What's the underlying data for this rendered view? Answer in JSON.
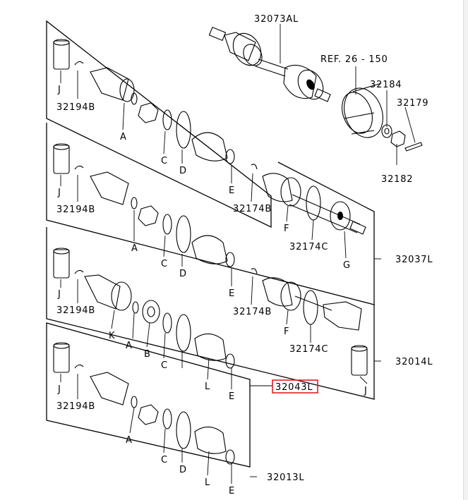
{
  "diagram": {
    "highlight_color": "#e02020",
    "labels": {
      "assy_main": "32073AL",
      "ref": "REF. 26 - 150",
      "p32184": "32184",
      "p32179": "32179",
      "p32182": "32182",
      "p32037L": "32037L",
      "p32014L": "32014L",
      "p32043L": "32043L",
      "p32013L": "32013L",
      "boot_band_1": "32194B",
      "boot_band_2": "32194B",
      "boot_band_3": "32194B",
      "boot_band_4": "32194B",
      "circlip_1": "32174B",
      "circlip_2": "32174B",
      "ring_1": "32174C",
      "ring_2": "32174C",
      "J1": "J",
      "J2": "J",
      "J3": "J",
      "J4": "J",
      "J5": "J",
      "A1": "A",
      "A2": "A",
      "A3": "A",
      "A4": "A",
      "C1": "C",
      "C2": "C",
      "C3": "C",
      "C4": "C",
      "D1": "D",
      "D2": "D",
      "D3": "D",
      "E1": "E",
      "E2": "E",
      "E3": "E",
      "E4": "E",
      "F1": "F",
      "F2": "F",
      "G1": "G",
      "K1": "K",
      "B1": "B",
      "L1": "L",
      "L2": "L"
    }
  }
}
